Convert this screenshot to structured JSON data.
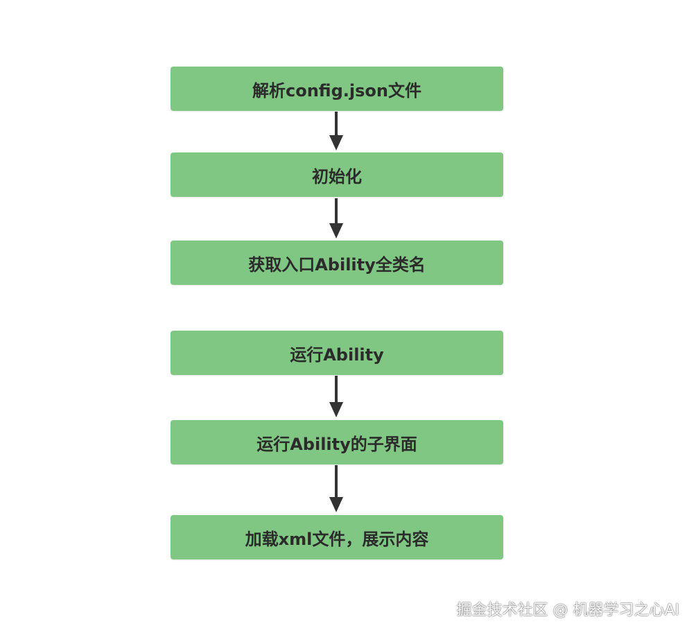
{
  "flowchart": {
    "steps": [
      {
        "label": "解析config.json文件"
      },
      {
        "label": "初始化"
      },
      {
        "label": "获取入口Ability全类名"
      },
      {
        "label": "运行Ability"
      },
      {
        "label": "运行Ability的子界面"
      },
      {
        "label": "加载xml文件，展示内容"
      }
    ],
    "colors": {
      "box_fill": "#80c784",
      "text": "#2b2b2b",
      "arrow": "#333333"
    }
  },
  "watermark": {
    "text": "掘金技术社区 @ 机器学习之心AI"
  }
}
